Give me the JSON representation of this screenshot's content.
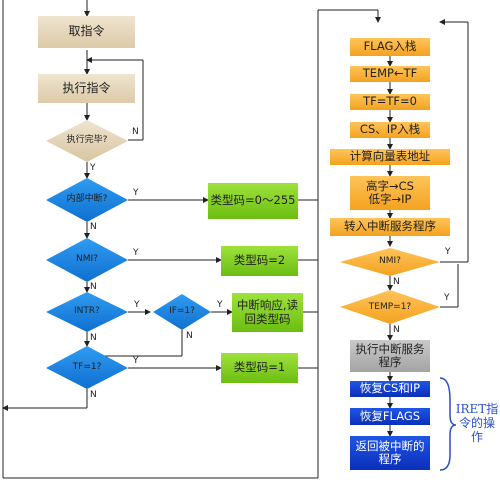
{
  "left": {
    "fetch": "取指令",
    "exec": "执行指令",
    "done_q": "执行完毕?",
    "internal_q": "内部中断?",
    "nmi_q": "NMI?",
    "intr_q": "INTR?",
    "if_q": "IF=1?",
    "tf_q": "TF=1?",
    "type_internal": "类型码=0～255",
    "type_nmi": "类型码=2",
    "intr_ack": "中断响应,读回类型码",
    "type_tf": "类型码=1"
  },
  "right": {
    "flag_push": "FLAG入栈",
    "temp_tf": "TEMP←TF",
    "tf_zero": "TF=TF=0",
    "cs_ip_push": "CS、IP入栈",
    "calc_vec": "计算向量表地址",
    "high_cs": "高字→CS",
    "low_ip": "低字→IP",
    "goto_isr": "转入中断服务程序",
    "nmi_q": "NMI?",
    "temp_q": "TEMP=1?",
    "run_isr": "执行中断服务程序",
    "restore_csip": "恢复CS和IP",
    "restore_flags": "恢复FLAGS",
    "return_prog": "返回被中断的程序"
  },
  "iret_label": "IRET指令的操作",
  "yes": "Y",
  "no": "N"
}
